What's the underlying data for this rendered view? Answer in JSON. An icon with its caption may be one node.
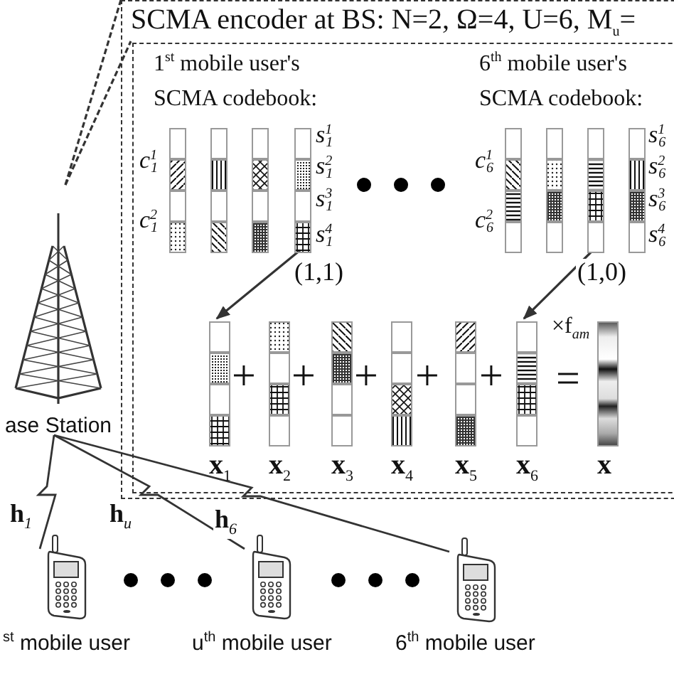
{
  "diagram": {
    "nodes": [
      {
        "text": [
          "SCMA encoder at BS: N=2, Ω=4, U=6, M$_{u}$="
        ]
      },
      {
        "text": [],
        "shape": "box",
        "in": 0
      },
      {
        "text": [],
        "shape": "bar",
        "in": 1
      },
      {
        "text": [],
        "shape": "bar",
        "in": 1
      },
      {
        "text": [],
        "shape": "bar",
        "in": 1
      },
      {
        "text": [],
        "shape": "bar",
        "in": 1
      },
      {
        "text": [],
        "shape": "bar",
        "in": 1
      },
      {
        "text": [],
        "shape": "bar",
        "in": 1
      },
      {
        "text": [],
        "shape": "bar",
        "in": 1
      },
      {
        "text": [],
        "shape": "bar",
        "in": 1
      },
      {
        "text": [],
        "shape": "bar",
        "in": 1,
        "beside": [
          "x$_{1}$"
        ]
      },
      {
        "text": [],
        "shape": "bar",
        "in": 1,
        "beside": [
          "x$_{2}$"
        ]
      },
      {
        "text": [],
        "shape": "bar",
        "in": 1,
        "beside": [
          "x$_{3}$"
        ]
      },
      {
        "text": [],
        "shape": "bar",
        "in": 1,
        "beside": [
          "x$_{4}$"
        ]
      },
      {
        "text": [],
        "shape": "bar",
        "in": 1,
        "beside": [
          "x$_{5}$"
        ]
      },
      {
        "text": [],
        "shape": "bar",
        "in": 1,
        "beside": [
          "x$_{6}$"
        ]
      },
      {
        "text": [],
        "shape": "bar",
        "in": 1,
        "beside": [
          "x"
        ]
      },
      {
        "text": [
          "ase Station"
        ]
      },
      {
        "text": [],
        "shape": "picture",
        "beside": [
          "$^{st}$ mobile user"
        ]
      },
      {
        "text": [],
        "shape": "picture",
        "beside": [
          "u$^{th}$ mobile user"
        ]
      },
      {
        "text": [],
        "shape": "picture",
        "beside": [
          "6$^{th}$ mobile user"
        ]
      }
    ],
    "edges": [
      {
        "from": 17,
        "to": 0,
        "arrow": "none",
        "style": "dashed"
      },
      {
        "from": 17,
        "to": 1,
        "arrow": "none",
        "style": "dashed"
      },
      {
        "from": 5,
        "to": 10,
        "arrow": "to",
        "label": "(1,1)"
      },
      {
        "from": 8,
        "to": 15,
        "arrow": "to",
        "label": "(1,0)"
      },
      {
        "from": 17,
        "to": 18,
        "arrow": "none",
        "label": "h$_{1}$"
      },
      {
        "from": 17,
        "to": 19,
        "arrow": "none",
        "label": "h$_{u}$"
      },
      {
        "from": 17,
        "to": 20,
        "arrow": "none",
        "label": "h$_{6}$"
      }
    ],
    "labels": [
      "1$^{st}$ mobile user's",
      "SCMA codebook:",
      "6$^{th}$ mobile user's",
      "SCMA codebook:",
      "c$^{1}$$_{1}$",
      "c$^{2}$$_{1}$",
      "s$^{1}$$_{1}$",
      "s$^{2}$$_{1}$",
      "s$^{3}$$_{1}$",
      "s$^{4}$$_{1}$",
      "c$^{1}$$_{6}$",
      "c$^{2}$$_{6}$",
      "s$^{1}$$_{6}$",
      "s$^{2}$$_{6}$",
      "s$^{3}$$_{6}$",
      "s$^{4}$$_{6}$",
      "+",
      "+",
      "+",
      "+",
      "+",
      "×f$_{am}$",
      "="
    ]
  }
}
